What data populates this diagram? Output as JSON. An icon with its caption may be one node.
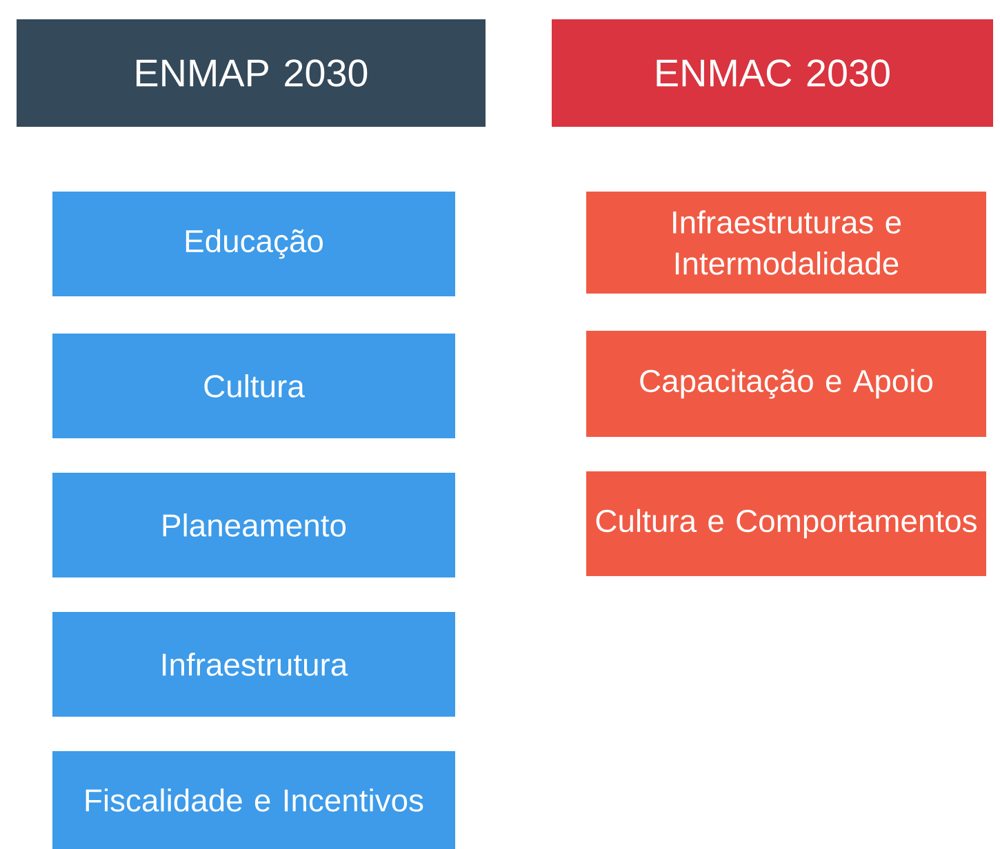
{
  "diagram": {
    "nodes": [
      {
        "text": [
          "ENMAP 2030"
        ]
      },
      {
        "text": [
          "ENMAC 2030"
        ]
      },
      {
        "text": [
          "Educação"
        ]
      },
      {
        "text": [
          "Cultura"
        ]
      },
      {
        "text": [
          "Planeamento"
        ]
      },
      {
        "text": [
          "Infraestrutura"
        ]
      },
      {
        "text": [
          "Fiscalidade e Incentivos"
        ]
      },
      {
        "text": [
          "Infraestruturas e Intermodalidade"
        ]
      },
      {
        "text": [
          "Capacitação e Apoio"
        ]
      },
      {
        "text": [
          "Cultura e Comportamentos"
        ]
      }
    ]
  }
}
